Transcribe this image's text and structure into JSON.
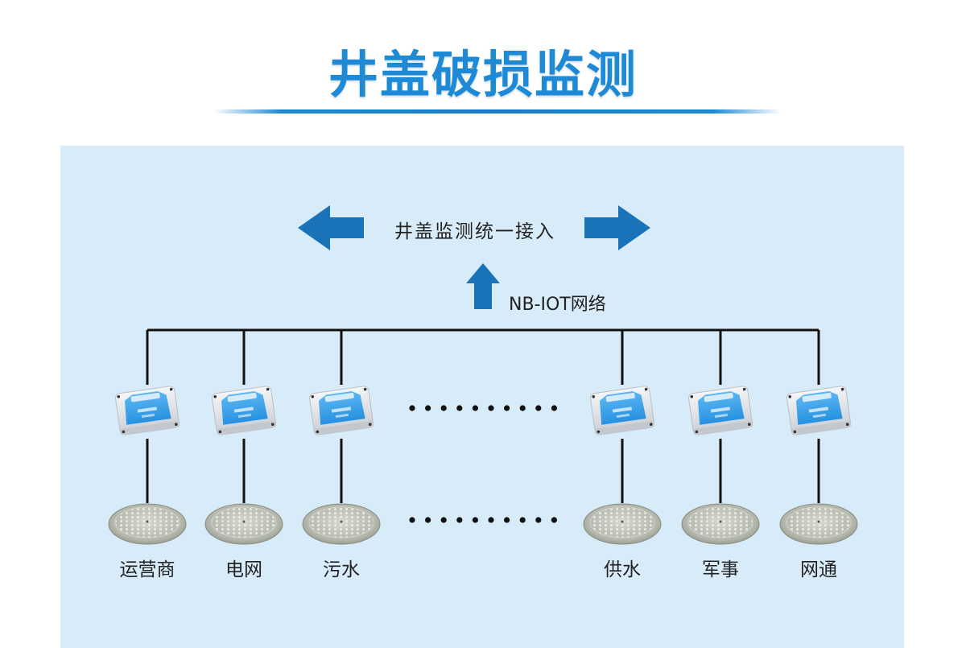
{
  "title": "井盖破损监测",
  "diagram": {
    "platform_label": "井盖监测统一接入",
    "network_label": "NB-IOT网络",
    "colors": {
      "title": "#1e8ad6",
      "arrow": "#1a73b8",
      "panel_background": "#d8ebf9",
      "line": "#111111",
      "device_face": "#3aa0ea",
      "manhole": "#b9bcb0"
    },
    "nodes": [
      {
        "label": "运营商"
      },
      {
        "label": "电网"
      },
      {
        "label": "污水"
      },
      {
        "label": "供水"
      },
      {
        "label": "军事"
      },
      {
        "label": "网通"
      }
    ],
    "ellipsis_dot_count": 10,
    "icons": [
      "arrow-left-icon",
      "arrow-right-icon",
      "arrow-up-icon",
      "sensor-device-icon",
      "manhole-cover-icon"
    ]
  }
}
